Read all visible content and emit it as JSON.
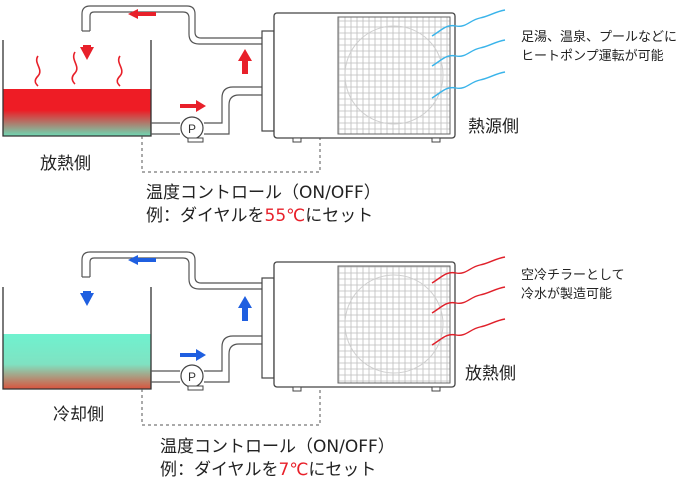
{
  "top": {
    "tank_label": "放熱側",
    "unit_label": "熱源側",
    "note_lines": [
      "足湯、温泉、プールなどに",
      "ヒートポンプ運転が可能"
    ],
    "control_line": "温度コントロール（ON/OFF）",
    "setting_prefix": "例：ダイヤルを",
    "setting_value": "55℃",
    "setting_suffix": "にセット"
  },
  "bottom": {
    "tank_label": "冷却側",
    "unit_label": "放熱側",
    "note_lines": [
      "空冷チラーとして",
      "冷水が製造可能"
    ],
    "control_line": "温度コントロール（ON/OFF）",
    "setting_prefix": "例：ダイヤルを",
    "setting_value": "7℃",
    "setting_suffix": "にセット"
  },
  "pump_letter": "P",
  "colors": {
    "hot_arrow": "#e8202a",
    "cold_arrow": "#1f5fe0",
    "hot_water_top": "#ee1c25",
    "hot_water_bottom": "#6fd9b4",
    "cold_water_top": "#6ff2cf",
    "cold_water_bottom": "#d9543e",
    "wave_blue": "#3ab4ea",
    "wave_red": "#e0202a"
  }
}
